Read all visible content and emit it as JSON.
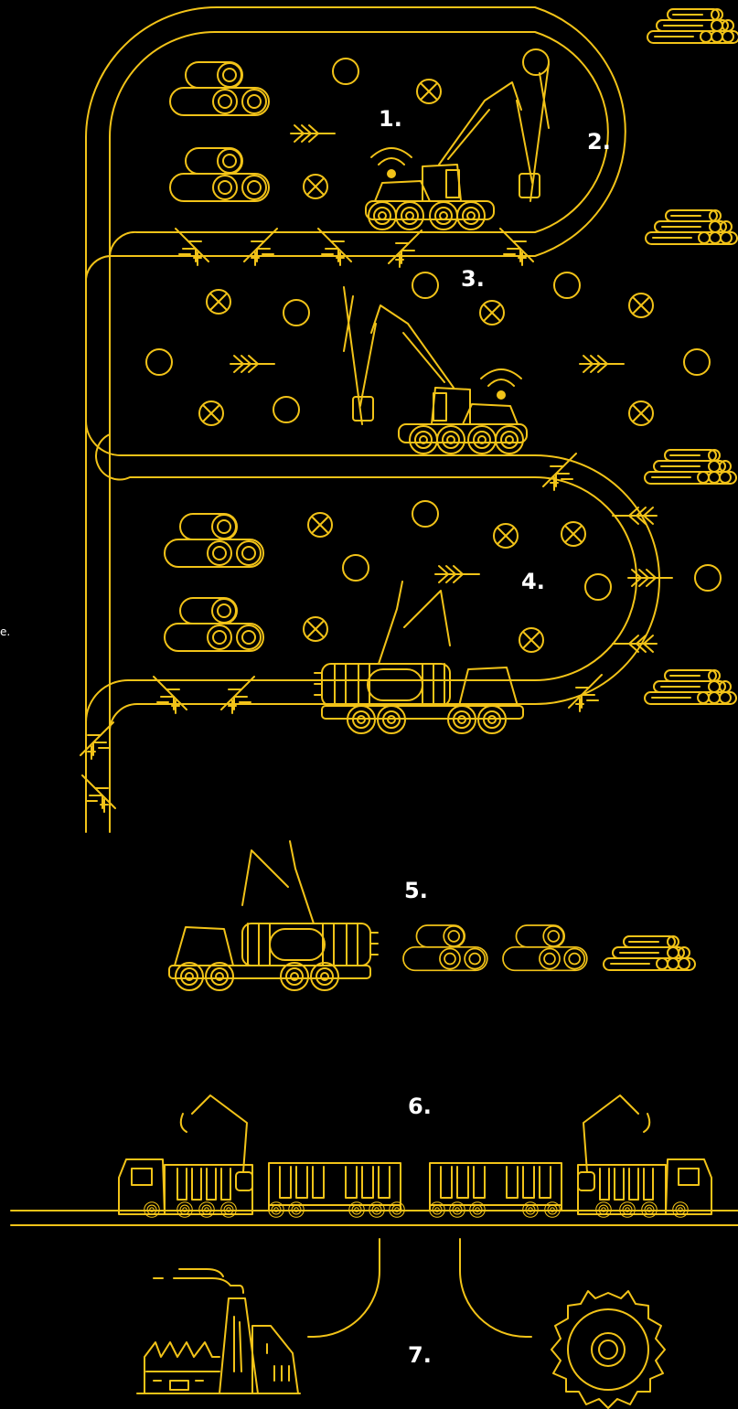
{
  "colors": {
    "background": "#000000",
    "line": "#f2c318",
    "labels": "#ffffff"
  },
  "steps": [
    {
      "label": "1."
    },
    {
      "label": "2."
    },
    {
      "label": "3."
    },
    {
      "label": "4."
    },
    {
      "label": "5."
    },
    {
      "label": "6."
    },
    {
      "label": "7."
    }
  ],
  "edge_text": "e.",
  "icons": [
    "harvester-icon",
    "forwarder-icon",
    "timber-truck-icon",
    "log-pile-icon",
    "log-stack-icon",
    "tree-stump-icon",
    "felled-tree-icon",
    "seedling-icon",
    "wifi-signal-icon",
    "factory-icon",
    "saw-blade-icon"
  ]
}
